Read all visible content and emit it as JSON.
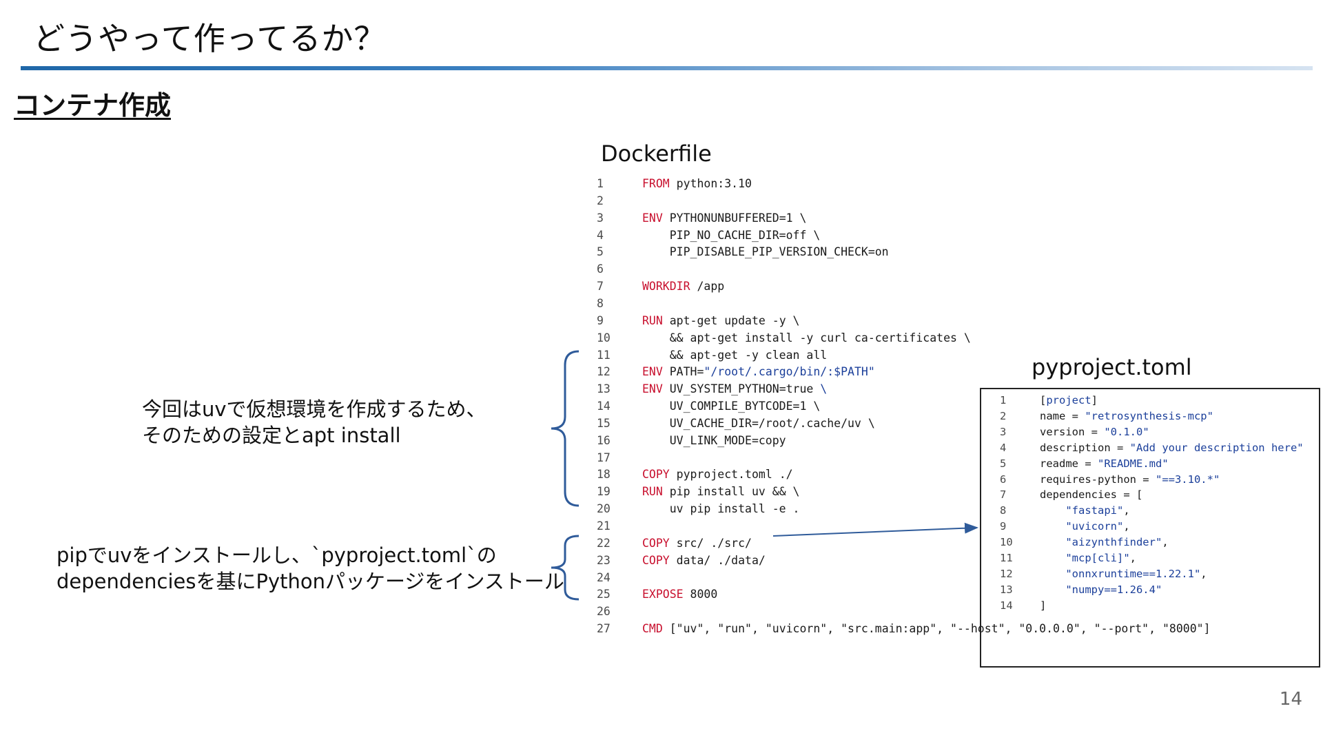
{
  "slide": {
    "title": "どうやって作ってるか？",
    "section_heading": "コンテナ作成",
    "page_number": "14"
  },
  "dockerfile": {
    "label": "Dockerfile",
    "lines": [
      {
        "num": "1",
        "parts": [
          {
            "t": "FROM",
            "c": "kw"
          },
          {
            "t": " python:3.10"
          }
        ]
      },
      {
        "num": "2",
        "parts": []
      },
      {
        "num": "3",
        "parts": [
          {
            "t": "ENV",
            "c": "kw"
          },
          {
            "t": " PYTHONUNBUFFERED=1 \\"
          }
        ]
      },
      {
        "num": "4",
        "parts": [
          {
            "t": "    PIP_NO_CACHE_DIR=off \\"
          }
        ]
      },
      {
        "num": "5",
        "parts": [
          {
            "t": "    PIP_DISABLE_PIP_VERSION_CHECK=on"
          }
        ]
      },
      {
        "num": "6",
        "parts": []
      },
      {
        "num": "7",
        "parts": [
          {
            "t": "WORKDIR",
            "c": "kw"
          },
          {
            "t": " /app"
          }
        ]
      },
      {
        "num": "8",
        "parts": []
      },
      {
        "num": "9",
        "parts": [
          {
            "t": "RUN",
            "c": "kw"
          },
          {
            "t": " apt-get update -y \\"
          }
        ]
      },
      {
        "num": "10",
        "parts": [
          {
            "t": "    && apt-get install -y curl ca-certificates \\"
          }
        ]
      },
      {
        "num": "11",
        "parts": [
          {
            "t": "    && apt-get -y clean all"
          }
        ]
      },
      {
        "num": "12",
        "parts": [
          {
            "t": "ENV",
            "c": "kw"
          },
          {
            "t": " PATH="
          },
          {
            "t": "\"/root/.cargo/bin/:$PATH\"",
            "c": "str"
          }
        ]
      },
      {
        "num": "13",
        "parts": [
          {
            "t": "ENV",
            "c": "kw"
          },
          {
            "t": " UV_SYSTEM_PYTHON=true "
          },
          {
            "t": "\\",
            "c": "str"
          }
        ]
      },
      {
        "num": "14",
        "parts": [
          {
            "t": "    UV_COMPILE_BYTCODE=1 \\"
          }
        ]
      },
      {
        "num": "15",
        "parts": [
          {
            "t": "    UV_CACHE_DIR=/root/.cache/uv \\"
          }
        ]
      },
      {
        "num": "16",
        "parts": [
          {
            "t": "    UV_LINK_MODE=copy"
          }
        ]
      },
      {
        "num": "17",
        "parts": []
      },
      {
        "num": "18",
        "parts": [
          {
            "t": "COPY",
            "c": "kw"
          },
          {
            "t": " pyproject.toml ./"
          }
        ]
      },
      {
        "num": "19",
        "parts": [
          {
            "t": "RUN",
            "c": "kw"
          },
          {
            "t": " pip install uv && \\"
          }
        ]
      },
      {
        "num": "20",
        "parts": [
          {
            "t": "    uv pip install -e ."
          }
        ]
      },
      {
        "num": "21",
        "parts": []
      },
      {
        "num": "22",
        "parts": [
          {
            "t": "COPY",
            "c": "kw"
          },
          {
            "t": " src/ ./src/"
          }
        ]
      },
      {
        "num": "23",
        "parts": [
          {
            "t": "COPY",
            "c": "kw"
          },
          {
            "t": " data/ ./data/"
          }
        ]
      },
      {
        "num": "24",
        "parts": []
      },
      {
        "num": "25",
        "parts": [
          {
            "t": "EXPOSE",
            "c": "kw"
          },
          {
            "t": " 8000"
          }
        ]
      },
      {
        "num": "26",
        "parts": []
      },
      {
        "num": "27",
        "parts": [
          {
            "t": "CMD",
            "c": "kw"
          },
          {
            "t": " [\"uv\", \"run\", \"uvicorn\", \"src.main:app\", \"--host\", \"0.0.0.0\", \"--port\", \"8000\"]"
          }
        ]
      }
    ]
  },
  "pyproject": {
    "label": "pyproject.toml",
    "lines": [
      {
        "num": "1",
        "parts": [
          {
            "t": "["
          },
          {
            "t": "project",
            "c": "str"
          },
          {
            "t": "]"
          }
        ]
      },
      {
        "num": "2",
        "parts": [
          {
            "t": "name = "
          },
          {
            "t": "\"retrosynthesis-mcp\"",
            "c": "str"
          }
        ]
      },
      {
        "num": "3",
        "parts": [
          {
            "t": "version = "
          },
          {
            "t": "\"0.1.0\"",
            "c": "str"
          }
        ]
      },
      {
        "num": "4",
        "parts": [
          {
            "t": "description = "
          },
          {
            "t": "\"Add your description here\"",
            "c": "str"
          }
        ]
      },
      {
        "num": "5",
        "parts": [
          {
            "t": "readme = "
          },
          {
            "t": "\"README.md\"",
            "c": "str"
          }
        ]
      },
      {
        "num": "6",
        "parts": [
          {
            "t": "requires-python = "
          },
          {
            "t": "\"==3.10.*\"",
            "c": "str"
          }
        ]
      },
      {
        "num": "7",
        "parts": [
          {
            "t": "dependencies = ["
          }
        ]
      },
      {
        "num": "8",
        "parts": [
          {
            "t": "    "
          },
          {
            "t": "\"fastapi\"",
            "c": "str"
          },
          {
            "t": ","
          }
        ]
      },
      {
        "num": "9",
        "parts": [
          {
            "t": "    "
          },
          {
            "t": "\"uvicorn\"",
            "c": "str"
          },
          {
            "t": ","
          }
        ]
      },
      {
        "num": "10",
        "parts": [
          {
            "t": "    "
          },
          {
            "t": "\"aizynthfinder\"",
            "c": "str"
          },
          {
            "t": ","
          }
        ]
      },
      {
        "num": "11",
        "parts": [
          {
            "t": "    "
          },
          {
            "t": "\"mcp[cli]\"",
            "c": "str"
          },
          {
            "t": ","
          }
        ]
      },
      {
        "num": "12",
        "parts": [
          {
            "t": "    "
          },
          {
            "t": "\"onnxruntime==1.22.1\"",
            "c": "str"
          },
          {
            "t": ","
          }
        ]
      },
      {
        "num": "13",
        "parts": [
          {
            "t": "    "
          },
          {
            "t": "\"numpy==1.26.4\"",
            "c": "str"
          }
        ]
      },
      {
        "num": "14",
        "parts": [
          {
            "t": "]"
          }
        ]
      }
    ]
  },
  "annotations": {
    "uv_env": [
      "今回はuvで仮想環境を作成するため、",
      "そのための設定とapt install"
    ],
    "pip_install": [
      "pipでuvをインストールし、`pyproject.toml`の",
      "dependenciesを基にPythonパッケージをインストール"
    ]
  }
}
